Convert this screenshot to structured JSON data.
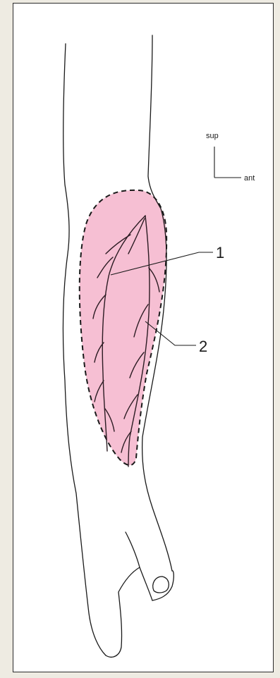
{
  "colors": {
    "page_background": "#eeebe2",
    "frame_background": "#ffffff",
    "flap_fill": "#f6bfd3",
    "outline": "#1a1a1a"
  },
  "orientation": {
    "superior_label": "sup",
    "anterior_label": "ant"
  },
  "labels": {
    "label_1": "1",
    "label_2": "2"
  }
}
